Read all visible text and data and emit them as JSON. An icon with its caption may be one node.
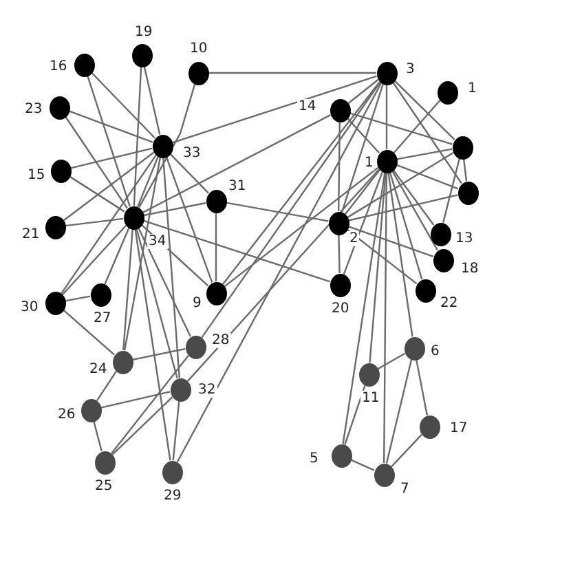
{
  "diagram": {
    "nodes": [
      {
        "text": [],
        "shape": "circle",
        "beside": [
          "1"
        ]
      },
      {
        "text": [],
        "shape": "circle",
        "beside": [
          "2"
        ]
      },
      {
        "text": [],
        "shape": "circle",
        "beside": [
          "3"
        ]
      },
      {
        "text": [],
        "shape": "circle"
      },
      {
        "text": [],
        "shape": "circle",
        "beside": [
          "5"
        ]
      },
      {
        "text": [],
        "shape": "circle",
        "beside": [
          "6"
        ]
      },
      {
        "text": [],
        "shape": "circle",
        "beside": [
          "7"
        ]
      },
      {
        "text": [],
        "shape": "circle"
      },
      {
        "text": [],
        "shape": "circle",
        "beside": [
          "9"
        ]
      },
      {
        "text": [],
        "shape": "circle",
        "beside": [
          "10"
        ]
      },
      {
        "text": [],
        "shape": "circle",
        "beside": [
          "11"
        ]
      },
      {
        "text": [],
        "shape": "circle",
        "beside": [
          "1"
        ]
      },
      {
        "text": [],
        "shape": "circle",
        "beside": [
          "13"
        ]
      },
      {
        "text": [],
        "shape": "circle",
        "beside": [
          "14"
        ]
      },
      {
        "text": [],
        "shape": "circle",
        "beside": [
          "15"
        ]
      },
      {
        "text": [],
        "shape": "circle",
        "beside": [
          "16"
        ]
      },
      {
        "text": [],
        "shape": "circle",
        "beside": [
          "17"
        ]
      },
      {
        "text": [],
        "shape": "circle",
        "beside": [
          "18"
        ]
      },
      {
        "text": [],
        "shape": "circle",
        "beside": [
          "19"
        ]
      },
      {
        "text": [],
        "shape": "circle",
        "beside": [
          "20"
        ]
      },
      {
        "text": [],
        "shape": "circle",
        "beside": [
          "21"
        ]
      },
      {
        "text": [],
        "shape": "circle",
        "beside": [
          "22"
        ]
      },
      {
        "text": [],
        "shape": "circle",
        "beside": [
          "23"
        ]
      },
      {
        "text": [],
        "shape": "circle",
        "beside": [
          "24"
        ]
      },
      {
        "text": [],
        "shape": "circle",
        "beside": [
          "25"
        ]
      },
      {
        "text": [],
        "shape": "circle",
        "beside": [
          "26"
        ]
      },
      {
        "text": [],
        "shape": "circle",
        "beside": [
          "27"
        ]
      },
      {
        "text": [],
        "shape": "circle",
        "beside": [
          "28"
        ]
      },
      {
        "text": [],
        "shape": "circle",
        "beside": [
          "29"
        ]
      },
      {
        "text": [],
        "shape": "circle",
        "beside": [
          "30"
        ]
      },
      {
        "text": [],
        "shape": "circle",
        "beside": [
          "31"
        ]
      },
      {
        "text": [],
        "shape": "circle",
        "beside": [
          "32"
        ]
      },
      {
        "text": [],
        "shape": "circle",
        "beside": [
          "33"
        ]
      },
      {
        "text": [],
        "shape": "circle",
        "beside": [
          "34"
        ]
      }
    ],
    "edges": [
      {
        "from": 0,
        "to": 1,
        "arrow": "none"
      },
      {
        "from": 0,
        "to": 2,
        "arrow": "none"
      },
      {
        "from": 0,
        "to": 3,
        "arrow": "none"
      },
      {
        "from": 0,
        "to": 4,
        "arrow": "none"
      },
      {
        "from": 0,
        "to": 5,
        "arrow": "none"
      },
      {
        "from": 0,
        "to": 6,
        "arrow": "none"
      },
      {
        "from": 0,
        "to": 7,
        "arrow": "none"
      },
      {
        "from": 0,
        "to": 8,
        "arrow": "none"
      },
      {
        "from": 0,
        "to": 10,
        "arrow": "none"
      },
      {
        "from": 0,
        "to": 11,
        "arrow": "none"
      },
      {
        "from": 0,
        "to": 12,
        "arrow": "none"
      },
      {
        "from": 0,
        "to": 13,
        "arrow": "none"
      },
      {
        "from": 0,
        "to": 17,
        "arrow": "none"
      },
      {
        "from": 0,
        "to": 19,
        "arrow": "none"
      },
      {
        "from": 0,
        "to": 21,
        "arrow": "none"
      },
      {
        "from": 0,
        "to": 31,
        "arrow": "none"
      },
      {
        "from": 1,
        "to": 2,
        "arrow": "none"
      },
      {
        "from": 1,
        "to": 3,
        "arrow": "none"
      },
      {
        "from": 1,
        "to": 7,
        "arrow": "none"
      },
      {
        "from": 1,
        "to": 13,
        "arrow": "none"
      },
      {
        "from": 1,
        "to": 17,
        "arrow": "none"
      },
      {
        "from": 1,
        "to": 19,
        "arrow": "none"
      },
      {
        "from": 1,
        "to": 21,
        "arrow": "none"
      },
      {
        "from": 1,
        "to": 30,
        "arrow": "none"
      },
      {
        "from": 2,
        "to": 3,
        "arrow": "none"
      },
      {
        "from": 2,
        "to": 7,
        "arrow": "none"
      },
      {
        "from": 2,
        "to": 8,
        "arrow": "none"
      },
      {
        "from": 2,
        "to": 9,
        "arrow": "none"
      },
      {
        "from": 2,
        "to": 13,
        "arrow": "none"
      },
      {
        "from": 2,
        "to": 27,
        "arrow": "none"
      },
      {
        "from": 2,
        "to": 28,
        "arrow": "none"
      },
      {
        "from": 2,
        "to": 32,
        "arrow": "none"
      },
      {
        "from": 3,
        "to": 7,
        "arrow": "none"
      },
      {
        "from": 3,
        "to": 12,
        "arrow": "none"
      },
      {
        "from": 3,
        "to": 13,
        "arrow": "none"
      },
      {
        "from": 4,
        "to": 6,
        "arrow": "none"
      },
      {
        "from": 4,
        "to": 10,
        "arrow": "none"
      },
      {
        "from": 5,
        "to": 6,
        "arrow": "none"
      },
      {
        "from": 5,
        "to": 10,
        "arrow": "none"
      },
      {
        "from": 5,
        "to": 16,
        "arrow": "none"
      },
      {
        "from": 6,
        "to": 16,
        "arrow": "none"
      },
      {
        "from": 8,
        "to": 30,
        "arrow": "none"
      },
      {
        "from": 8,
        "to": 32,
        "arrow": "none"
      },
      {
        "from": 8,
        "to": 33,
        "arrow": "none"
      },
      {
        "from": 9,
        "to": 33,
        "arrow": "none"
      },
      {
        "from": 13,
        "to": 33,
        "arrow": "none"
      },
      {
        "from": 14,
        "to": 32,
        "arrow": "none"
      },
      {
        "from": 14,
        "to": 33,
        "arrow": "none"
      },
      {
        "from": 15,
        "to": 32,
        "arrow": "none"
      },
      {
        "from": 15,
        "to": 33,
        "arrow": "none"
      },
      {
        "from": 18,
        "to": 32,
        "arrow": "none"
      },
      {
        "from": 18,
        "to": 33,
        "arrow": "none"
      },
      {
        "from": 19,
        "to": 33,
        "arrow": "none"
      },
      {
        "from": 20,
        "to": 32,
        "arrow": "none"
      },
      {
        "from": 20,
        "to": 33,
        "arrow": "none"
      },
      {
        "from": 22,
        "to": 32,
        "arrow": "none"
      },
      {
        "from": 22,
        "to": 33,
        "arrow": "none"
      },
      {
        "from": 23,
        "to": 25,
        "arrow": "none"
      },
      {
        "from": 23,
        "to": 27,
        "arrow": "none"
      },
      {
        "from": 23,
        "to": 29,
        "arrow": "none"
      },
      {
        "from": 23,
        "to": 32,
        "arrow": "none"
      },
      {
        "from": 23,
        "to": 33,
        "arrow": "none"
      },
      {
        "from": 24,
        "to": 25,
        "arrow": "none"
      },
      {
        "from": 24,
        "to": 27,
        "arrow": "none"
      },
      {
        "from": 24,
        "to": 31,
        "arrow": "none"
      },
      {
        "from": 25,
        "to": 31,
        "arrow": "none"
      },
      {
        "from": 26,
        "to": 29,
        "arrow": "none"
      },
      {
        "from": 26,
        "to": 33,
        "arrow": "none"
      },
      {
        "from": 27,
        "to": 33,
        "arrow": "none"
      },
      {
        "from": 28,
        "to": 31,
        "arrow": "none"
      },
      {
        "from": 28,
        "to": 33,
        "arrow": "none"
      },
      {
        "from": 29,
        "to": 32,
        "arrow": "none"
      },
      {
        "from": 29,
        "to": 33,
        "arrow": "none"
      },
      {
        "from": 30,
        "to": 32,
        "arrow": "none"
      },
      {
        "from": 30,
        "to": 33,
        "arrow": "none"
      },
      {
        "from": 31,
        "to": 32,
        "arrow": "none"
      },
      {
        "from": 31,
        "to": 33,
        "arrow": "none"
      },
      {
        "from": 32,
        "to": 33,
        "arrow": "none"
      }
    ]
  }
}
